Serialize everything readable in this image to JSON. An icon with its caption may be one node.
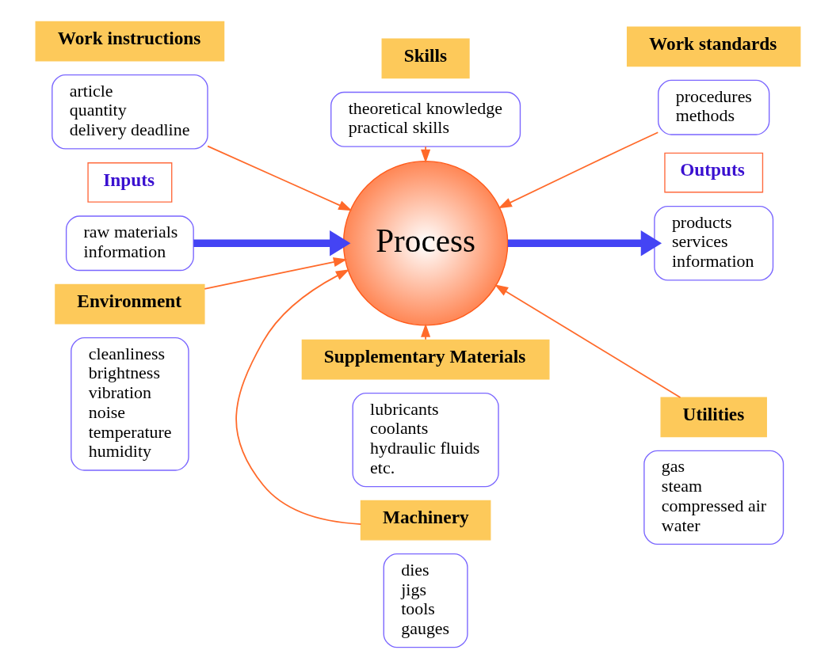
{
  "diagram": {
    "nodes": [
      {
        "text": [
          "Work instructions"
        ]
      },
      {
        "text": [
          "article",
          "quantity",
          "delivery deadline"
        ]
      },
      {
        "text": [
          "Skills"
        ]
      },
      {
        "text": [
          "theoretical knowledge",
          "practical skills"
        ]
      },
      {
        "text": [
          "Work standards"
        ]
      },
      {
        "text": [
          "procedures",
          "methods"
        ]
      },
      {
        "text": [
          "Inputs"
        ]
      },
      {
        "text": [
          "raw materials",
          "information"
        ]
      },
      {
        "text": [
          "Process"
        ]
      },
      {
        "text": [
          "Outputs"
        ]
      },
      {
        "text": [
          "products",
          "services",
          "information"
        ]
      },
      {
        "text": [
          "Environment"
        ]
      },
      {
        "text": [
          "cleanliness",
          "brightness",
          "vibration",
          "noise",
          "temperature",
          "humidity"
        ]
      },
      {
        "text": [
          "Supplementary Materials"
        ]
      },
      {
        "text": [
          "lubricants",
          "coolants",
          "hydraulic fluids",
          "etc."
        ]
      },
      {
        "text": [
          "Machinery"
        ]
      },
      {
        "text": [
          "dies",
          "jigs",
          "tools",
          "gauges"
        ]
      },
      {
        "text": [
          "Utilities"
        ]
      },
      {
        "text": [
          "gas",
          "steam",
          "compressed air",
          "water"
        ]
      }
    ],
    "edges": [
      {
        "from": 1,
        "to": 8,
        "arrow": "to"
      },
      {
        "from": 3,
        "to": 8,
        "arrow": "to"
      },
      {
        "from": 5,
        "to": 8,
        "arrow": "to"
      },
      {
        "from": 7,
        "to": 8,
        "arrow": "to",
        "style": "thick",
        "color": "#4444f4"
      },
      {
        "from": 8,
        "to": 10,
        "arrow": "to",
        "style": "thick",
        "color": "#4444f4"
      },
      {
        "from": 11,
        "to": 8,
        "arrow": "to"
      },
      {
        "from": 13,
        "to": 8,
        "arrow": "to"
      },
      {
        "from": 15,
        "to": 8,
        "arrow": "to"
      },
      {
        "from": 17,
        "to": 8,
        "arrow": "to"
      }
    ]
  }
}
